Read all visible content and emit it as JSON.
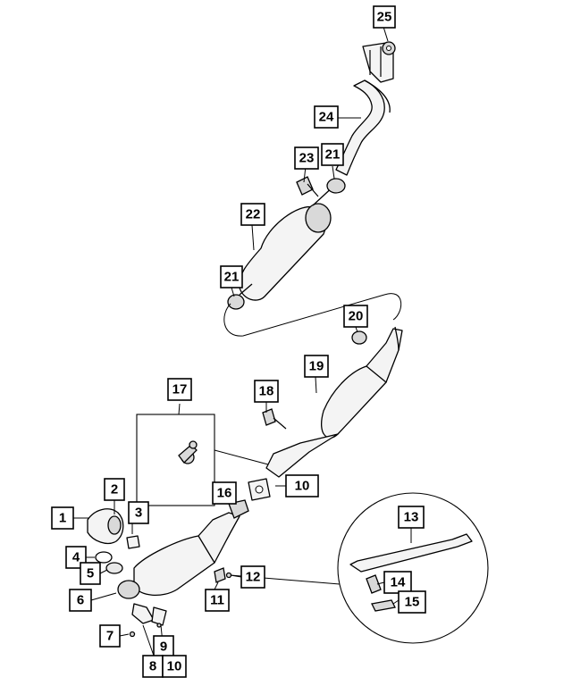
{
  "diagram": {
    "callouts": {
      "c1": "1",
      "c2": "2",
      "c3": "3",
      "c4": "4",
      "c5": "5",
      "c6": "6",
      "c7": "7",
      "c8": "8",
      "c9": "9",
      "c10a": "10",
      "c10b": "10",
      "c11": "11",
      "c12": "12",
      "c13": "13",
      "c14": "14",
      "c15": "15",
      "c16": "16",
      "c17": "17",
      "c18": "18",
      "c19": "19",
      "c20": "20",
      "c21a": "21",
      "c21b": "21",
      "c22": "22",
      "c23": "23",
      "c24": "24",
      "c25": "25"
    }
  }
}
